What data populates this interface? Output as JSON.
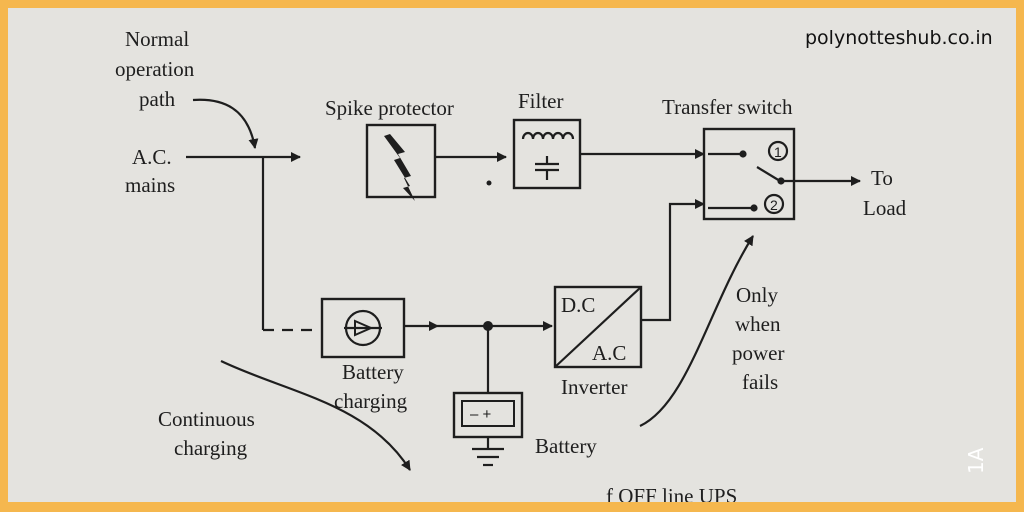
{
  "watermark": "polynotteshub.co.in",
  "side_mark": "1A",
  "labels": {
    "normal_path": [
      "Normal",
      "operation",
      "path"
    ],
    "ac_mains": [
      "A.C.",
      "mains"
    ],
    "spike_protector": "Spike protector",
    "filter": "Filter",
    "transfer_switch": "Transfer switch",
    "switch_pos1": "1",
    "switch_pos2": "2",
    "to_load": [
      "To",
      "Load"
    ],
    "battery_charging": [
      "Battery",
      "charging"
    ],
    "continuous_charging": [
      "Continuous",
      "charging"
    ],
    "dc": "D.C",
    "ac": "A.C",
    "inverter": "Inverter",
    "battery": "Battery",
    "battery_signs": "– +",
    "only_when": [
      "Only",
      "when",
      "power",
      "fails"
    ],
    "bottom_cut": "f OFF line UPS"
  }
}
